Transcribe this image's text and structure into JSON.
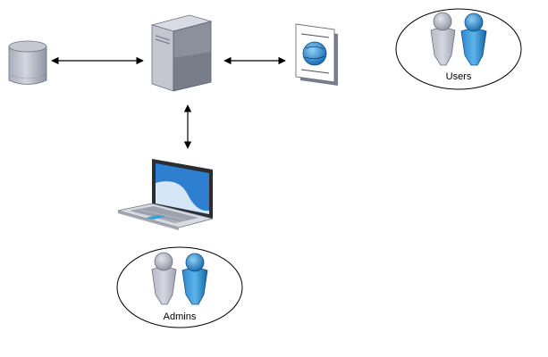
{
  "diagram": {
    "groups": {
      "users": {
        "label": "Users"
      },
      "admins": {
        "label": "Admins"
      }
    },
    "nodes": [
      {
        "id": "database",
        "icon": "database-icon"
      },
      {
        "id": "server",
        "icon": "server-icon"
      },
      {
        "id": "web",
        "icon": "web-document-icon"
      },
      {
        "id": "laptop",
        "icon": "laptop-icon"
      }
    ],
    "connections": [
      {
        "from": "database",
        "to": "server",
        "direction": "both"
      },
      {
        "from": "server",
        "to": "web",
        "direction": "both"
      },
      {
        "from": "server",
        "to": "laptop",
        "direction": "both"
      }
    ],
    "colors": {
      "line": "#000000",
      "gray_light": "#c9ccd6",
      "gray_mid": "#9ea3b2",
      "gray_dark": "#5f6370",
      "blue_light": "#4aa3df",
      "blue_dark": "#1565a8",
      "screen_blue": "#2979c9"
    }
  }
}
